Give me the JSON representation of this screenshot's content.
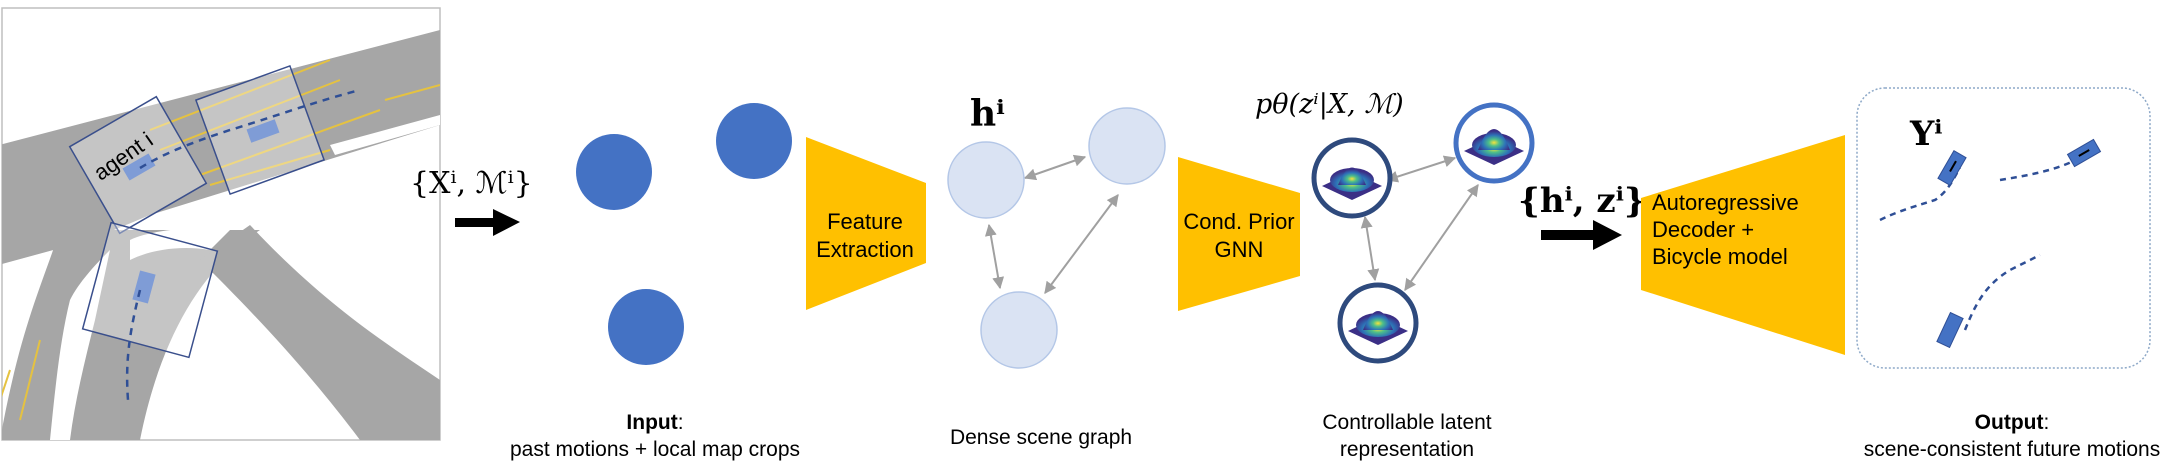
{
  "map": {
    "agent_label": "agent i"
  },
  "input_symbol": "{Xⁱ, ℳⁱ}",
  "feature_box": {
    "line1": "Feature",
    "line2": "Extraction"
  },
  "h_symbol": "hⁱ",
  "prior_symbol": "pθ(zⁱ|X, ℳ)",
  "prior_box": {
    "line1": "Cond. Prior",
    "line2": "GNN"
  },
  "hz_symbol": "{hⁱ, zⁱ}",
  "decoder_box": {
    "line1": "Autoregressive",
    "line2": "Decoder +",
    "line3": "Bicycle model"
  },
  "y_symbol": "Yⁱ",
  "captions": {
    "input_bold": "Input",
    "input_colon": ":",
    "input_line2": "past motions + local map crops",
    "graph": "Dense scene graph",
    "latent_line1": "Controllable latent",
    "latent_line2": "representation",
    "output_bold": "Output",
    "output_colon": ":",
    "output_line2": "scene-consistent future motions"
  },
  "colors": {
    "node_dark": "#4472c4",
    "node_light": "#dae3f3",
    "box_yellow": "#ffc000",
    "map_road": "#a6a6a6",
    "lane_yellow": "#e5c240"
  }
}
